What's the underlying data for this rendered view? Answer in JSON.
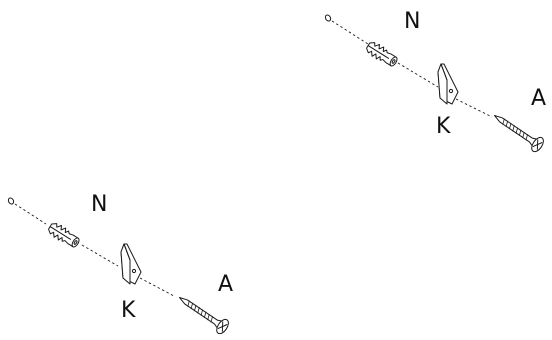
{
  "assemblies": [
    {
      "id": "upper",
      "labels": {
        "anchor": "N",
        "hanger": "K",
        "screw": "A"
      }
    },
    {
      "id": "lower",
      "labels": {
        "anchor": "N",
        "hanger": "K",
        "screw": "A"
      }
    }
  ]
}
